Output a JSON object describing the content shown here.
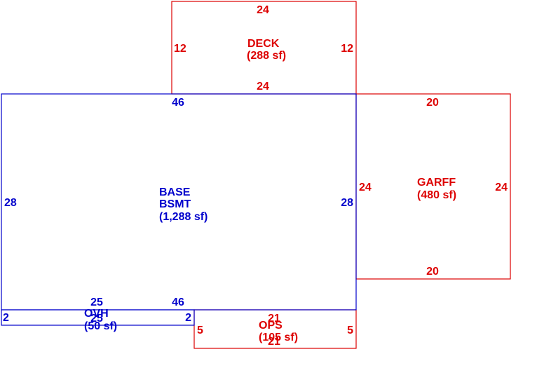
{
  "colors": {
    "main": "#0000cc",
    "addition": "#dd0000"
  },
  "deck": {
    "name": "DECK",
    "area": "(288 sf)",
    "top": "24",
    "bottom": "24",
    "left": "12",
    "right": "12"
  },
  "base": {
    "name1": "BASE",
    "name2": "BSMT",
    "area": "(1,288 sf)",
    "top": "46",
    "bottom": "46",
    "left": "28",
    "right": "28"
  },
  "garff": {
    "name": "GARFF",
    "area": "(480 sf)",
    "top": "20",
    "bottom": "20",
    "left": "24",
    "right": "24"
  },
  "ovh": {
    "name": "OVH",
    "area": "(50 sf)",
    "top": "25",
    "bottom": "25",
    "left": "2",
    "right": "2"
  },
  "ops": {
    "name": "OPS",
    "area": "(105 sf)",
    "top": "21",
    "bottom": "21",
    "left": "5",
    "right": "5"
  }
}
